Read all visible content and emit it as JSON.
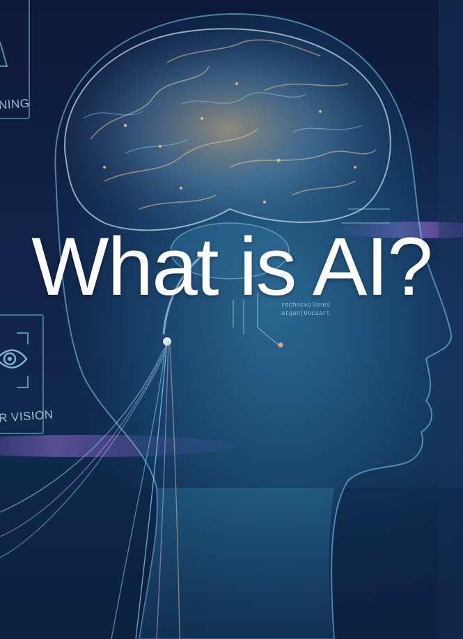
{
  "headline": "What is AI?",
  "panel_labels": {
    "top_fragment": "NING",
    "bottom_fragment": "R VISION"
  },
  "brain_microtext": {
    "line1": "rechncvolones",
    "line2": "atgan(Uocsart"
  },
  "icons": {
    "top_panel": "triangle-glyph-icon",
    "bottom_panel": "eye-icon"
  },
  "colors": {
    "background_dark": "#0b1430",
    "glow_cyan": "#5fd0ff",
    "brain_amber": "#e8b070",
    "accent_purple": "#8a5bd6",
    "headline": "#ffffff"
  }
}
